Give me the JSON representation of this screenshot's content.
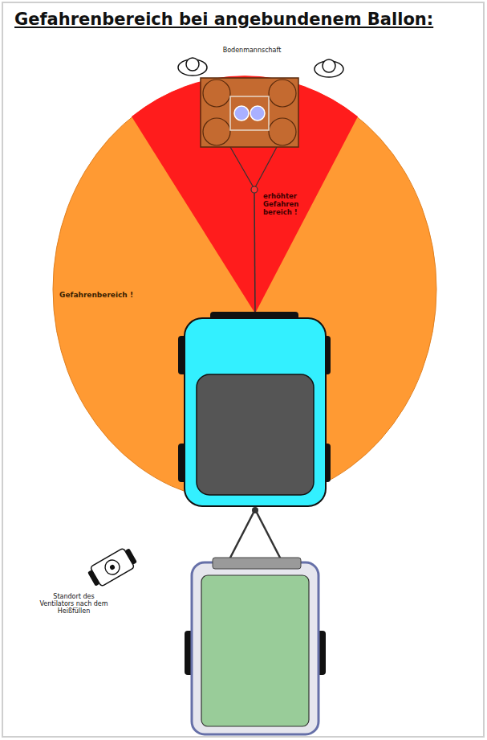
{
  "diagram": {
    "title": "Gefahrenbereich bei angebundenem Ballon:",
    "nodes": [
      {
        "text": [
          "Gefahrenbereich !"
        ]
      },
      {
        "text": [
          "erhöhter Gefahren bereich !"
        ],
        "in": 0
      }
    ],
    "labels": [
      "Bodenmannschaft",
      "Standort des Ventilators nach dem Heißfüllen"
    ]
  }
}
